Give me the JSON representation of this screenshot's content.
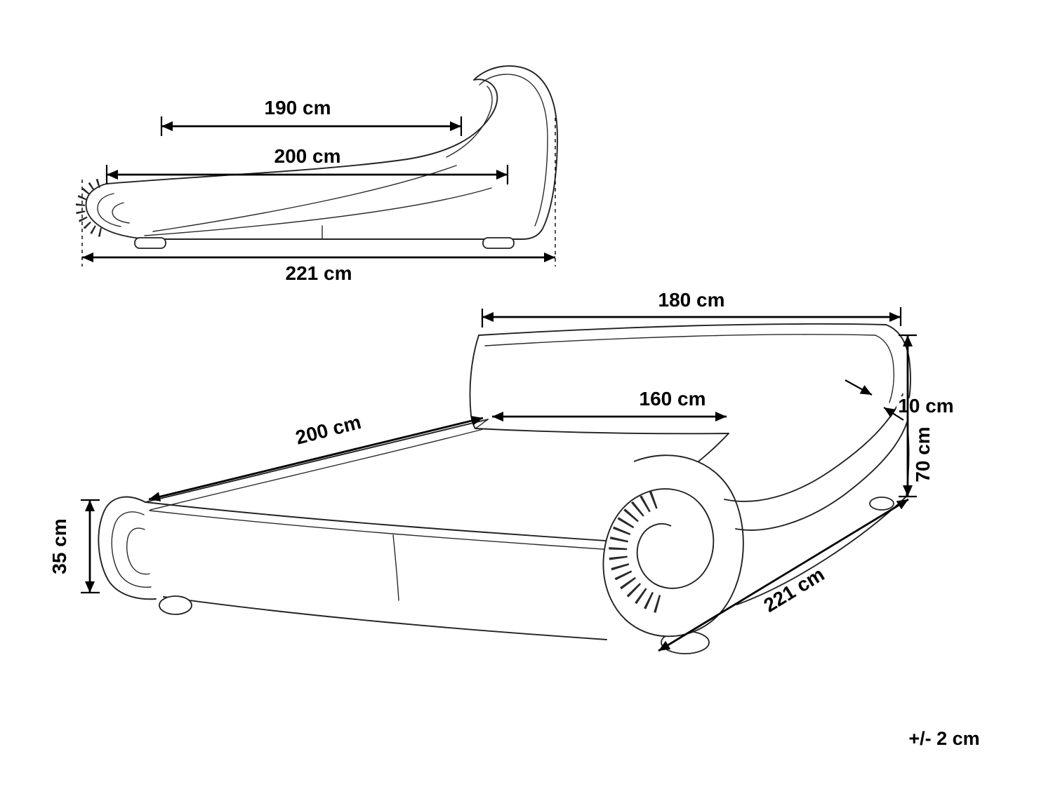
{
  "drawing": {
    "background": "#ffffff",
    "line_color": "#222222",
    "dimension_color": "#000000",
    "tolerance_note": "+/- 2 cm"
  },
  "side_view": {
    "dimensions": {
      "d190": "190 cm",
      "d200": "200 cm",
      "d221": "221 cm"
    }
  },
  "perspective_view": {
    "dimensions": {
      "d180": "180 cm",
      "d160": "160 cm",
      "d10": "10 cm",
      "d70": "70 cm",
      "d200": "200 cm",
      "d35": "35 cm",
      "d221": "221 cm"
    }
  }
}
